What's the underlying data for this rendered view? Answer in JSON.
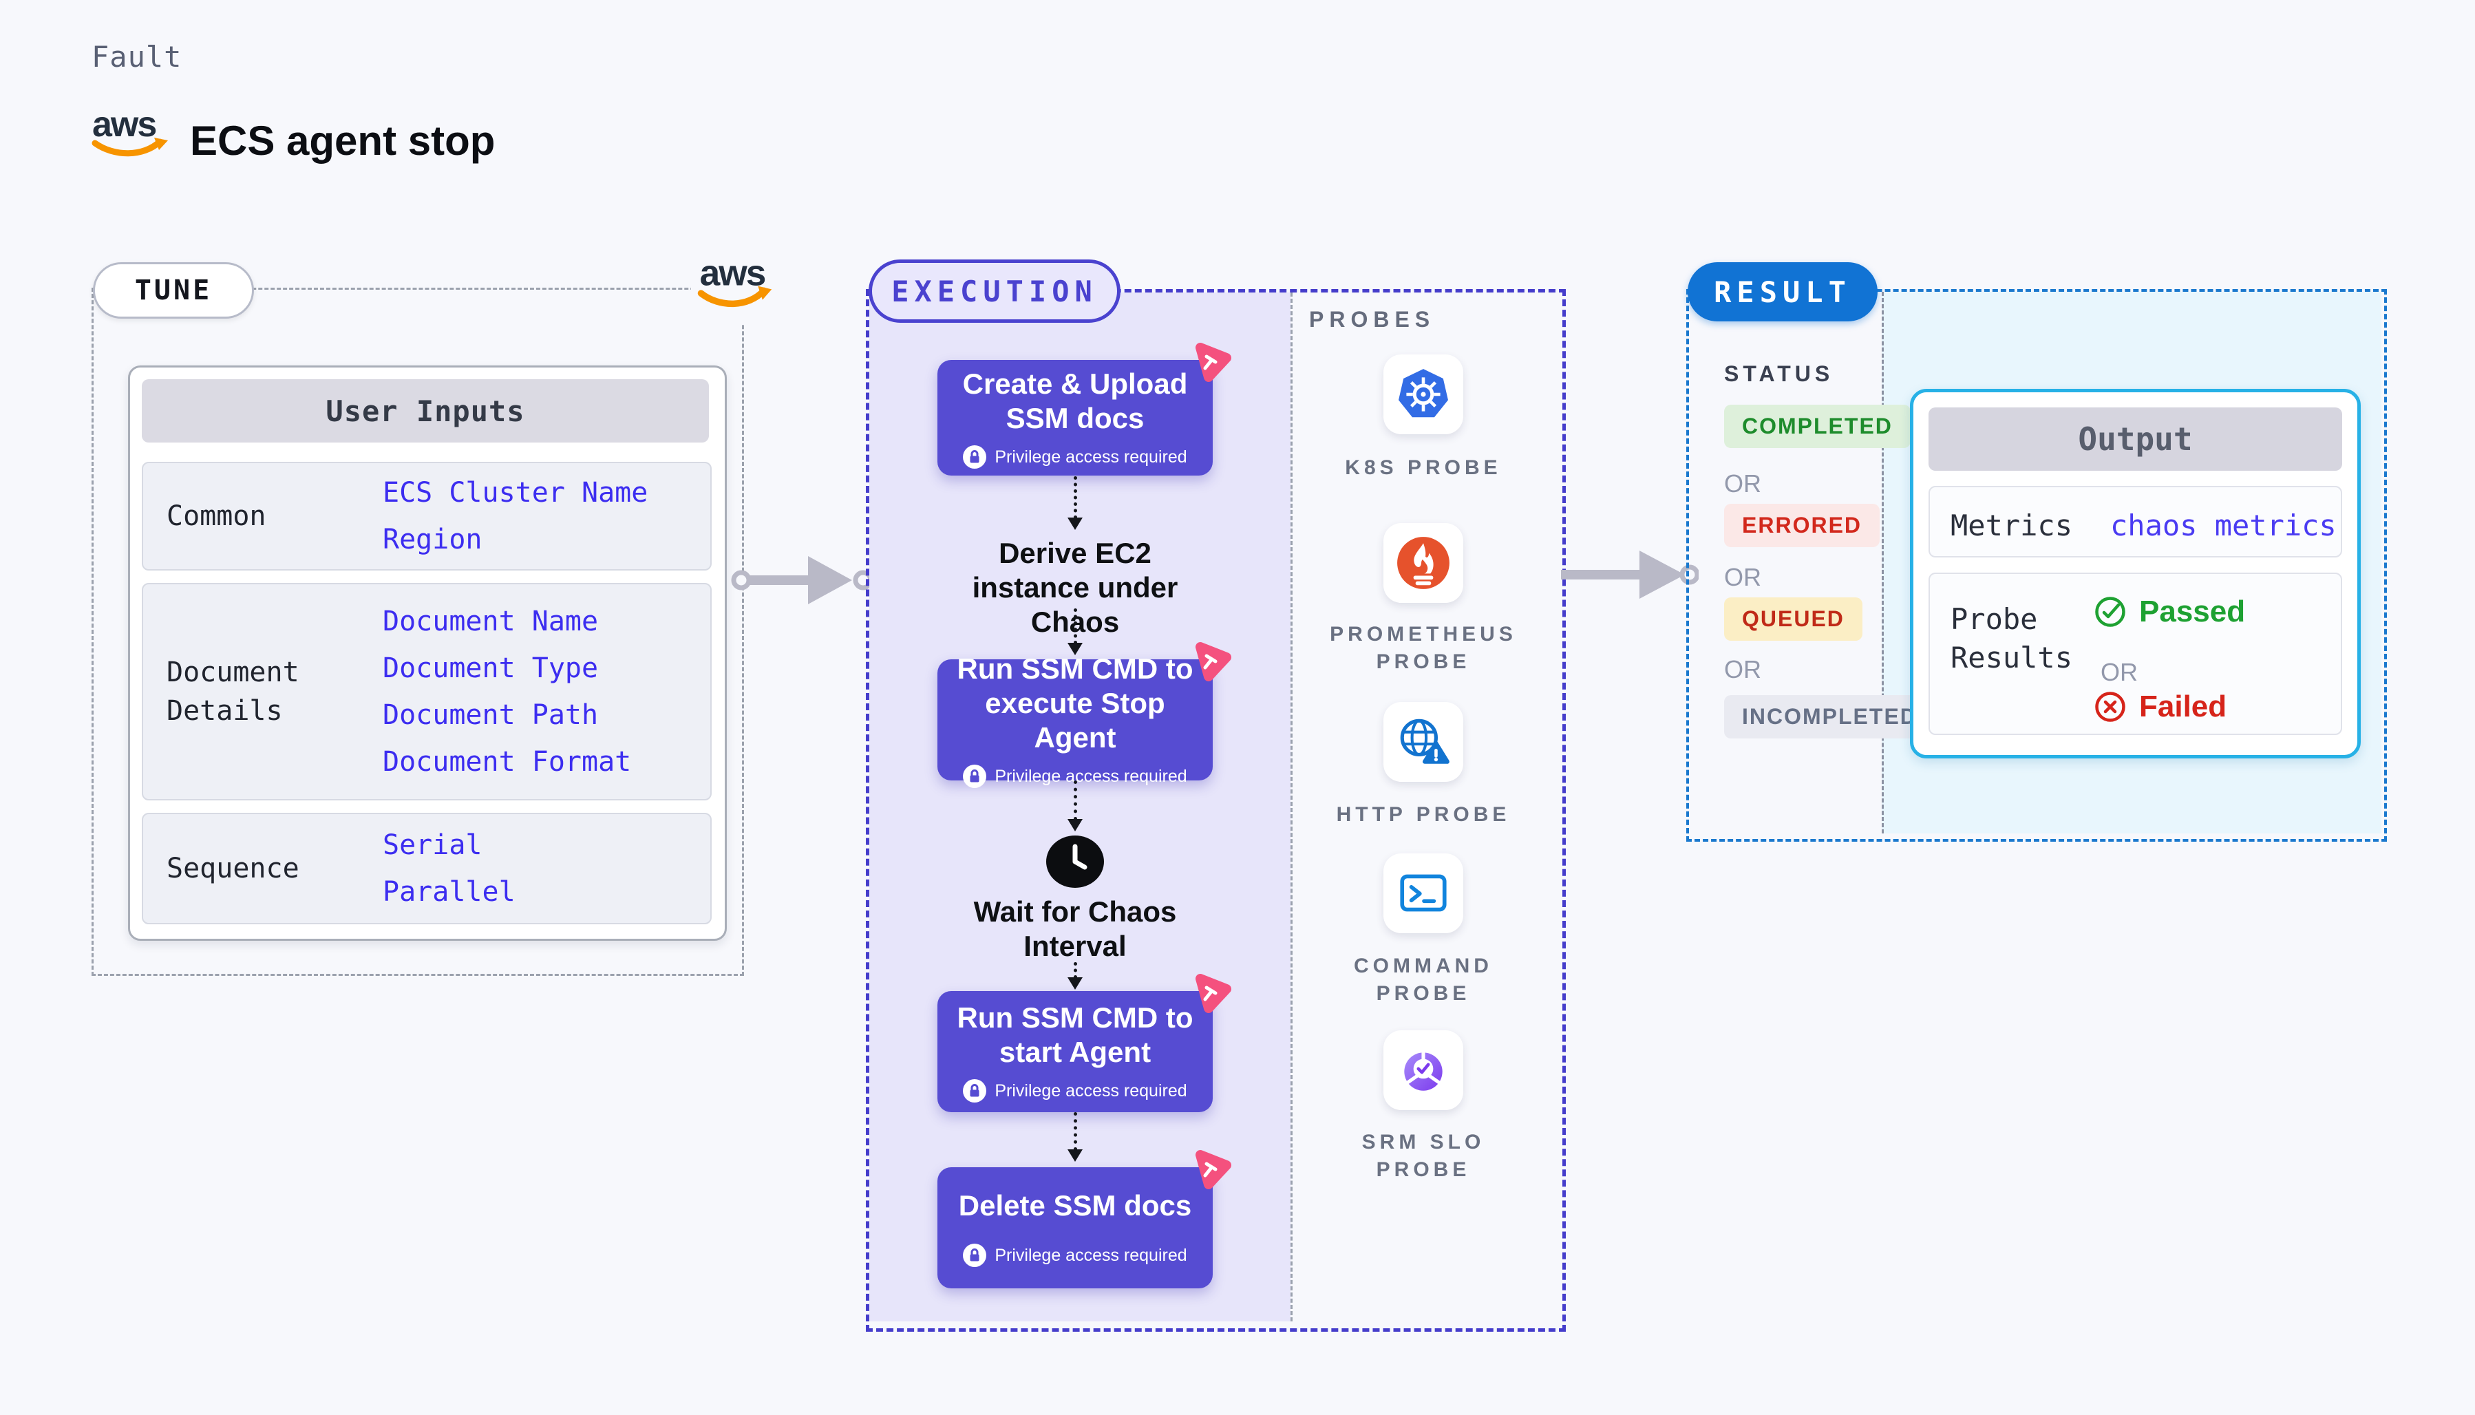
{
  "header": {
    "kicker": "Fault",
    "title": "ECS agent stop",
    "aws": "aws"
  },
  "tune": {
    "pill": "TUNE",
    "table": {
      "title": "User Inputs",
      "groups": [
        {
          "label": "Common",
          "values": [
            "ECS Cluster Name",
            "Region"
          ]
        },
        {
          "label": "Document Details",
          "values": [
            "Document Name",
            "Document Type",
            "Document Path",
            "Document Format"
          ]
        },
        {
          "label": "Sequence",
          "values": [
            "Serial",
            "Parallel"
          ]
        }
      ]
    }
  },
  "execution": {
    "pill": "EXECUTION",
    "steps": [
      {
        "title": "Create & Upload SSM docs",
        "badge": "Privilege access required"
      },
      {
        "title": "Run SSM CMD to execute Stop Agent",
        "badge": "Privilege access required"
      },
      {
        "title": "Run SSM CMD to start Agent",
        "badge": "Privilege access required"
      },
      {
        "title": "Delete SSM docs",
        "badge": "Privilege access required"
      }
    ],
    "annotations": {
      "derive": "Derive EC2 instance under Chaos",
      "wait": "Wait for Chaos Interval"
    }
  },
  "probes": {
    "heading": "PROBES",
    "items": [
      {
        "label": "K8S PROBE",
        "icon": "kubernetes-icon"
      },
      {
        "label": "PROMETHEUS PROBE",
        "icon": "prometheus-icon"
      },
      {
        "label": "HTTP PROBE",
        "icon": "http-globe-icon"
      },
      {
        "label": "COMMAND PROBE",
        "icon": "terminal-icon"
      },
      {
        "label": "SRM SLO PROBE",
        "icon": "slo-donut-icon"
      }
    ]
  },
  "result": {
    "pill": "RESULT",
    "status": {
      "heading": "STATUS",
      "or": "OR",
      "badges": [
        {
          "text": "COMPLETED",
          "bg": "#def0db",
          "color": "#1e8c2c"
        },
        {
          "text": "ERRORED",
          "bg": "#fbe8e7",
          "color": "#d2281c"
        },
        {
          "text": "QUEUED",
          "bg": "#fbeec5",
          "color": "#c02a18"
        },
        {
          "text": "INCOMPLETED",
          "bg": "#e9eaf1",
          "color": "#667086"
        }
      ]
    },
    "output": {
      "title": "Output",
      "metrics_label": "Metrics",
      "metrics_value": "chaos metrics",
      "probe_results_label": "Probe Results",
      "passed": "Passed",
      "or": "OR",
      "failed": "Failed"
    }
  },
  "colors": {
    "accent_indigo": "#564cd2",
    "accent_pink": "#f4517e",
    "result_blue": "#1173d4",
    "cyan_border": "#27b1e6",
    "link_blue": "#3c2df0",
    "aws_orange": "#f79400",
    "k8s_blue": "#326ce5",
    "prometheus_orange": "#e6522c"
  }
}
